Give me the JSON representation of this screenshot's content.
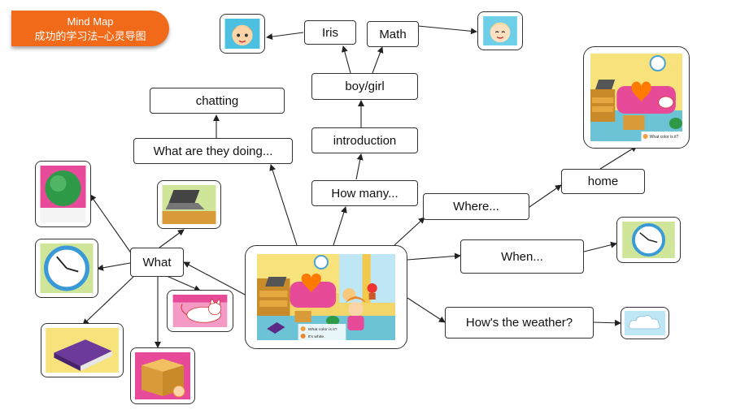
{
  "banner": {
    "title": "Mind Map",
    "subtitle": "成功的学习法–心灵导图"
  },
  "center": {
    "caption1": "What color is it?",
    "caption2": "It's white."
  },
  "home_caption": "What color is it?",
  "nodes": {
    "iris": "Iris",
    "math": "Math",
    "boy_girl": "boy/girl",
    "introduction": "introduction",
    "how_many": "How many...",
    "chatting": "chatting",
    "what_doing": "What are they doing...",
    "where": "Where...",
    "home": "home",
    "when": "When...",
    "weather": "How's the weather?",
    "what": "What"
  },
  "icons": {
    "girl_face": "girl-face-icon",
    "boy_face": "boy-face-icon",
    "room_scene": "room-scene-icon",
    "clock": "clock-icon",
    "ball": "green-ball-icon",
    "laptop": "laptop-icon",
    "cat": "cat-icon",
    "book": "book-icon",
    "box": "box-icon",
    "cloud": "cloud-icon"
  },
  "colors": {
    "banner": "#f06a1a",
    "border": "#333333",
    "arrow": "#222222"
  }
}
